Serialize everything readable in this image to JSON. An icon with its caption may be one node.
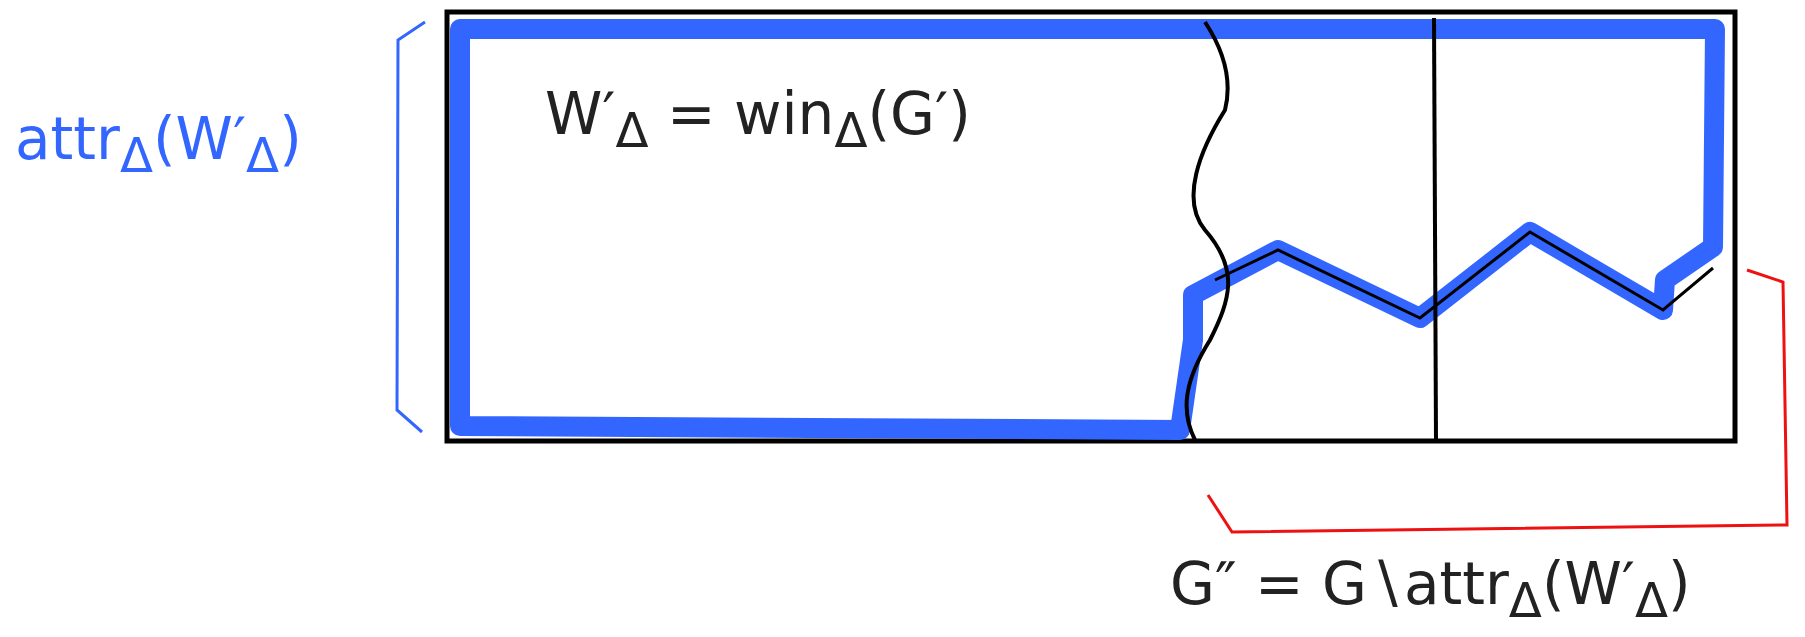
{
  "diagram": {
    "labels": [
      "attr$_{Δ}$(W′$_{Δ}$)",
      "W′$_{Δ}$ = win$_{Δ}$(G′)",
      "G″ = G∖attr$_{Δ}$(W′$_{Δ}$)"
    ]
  }
}
